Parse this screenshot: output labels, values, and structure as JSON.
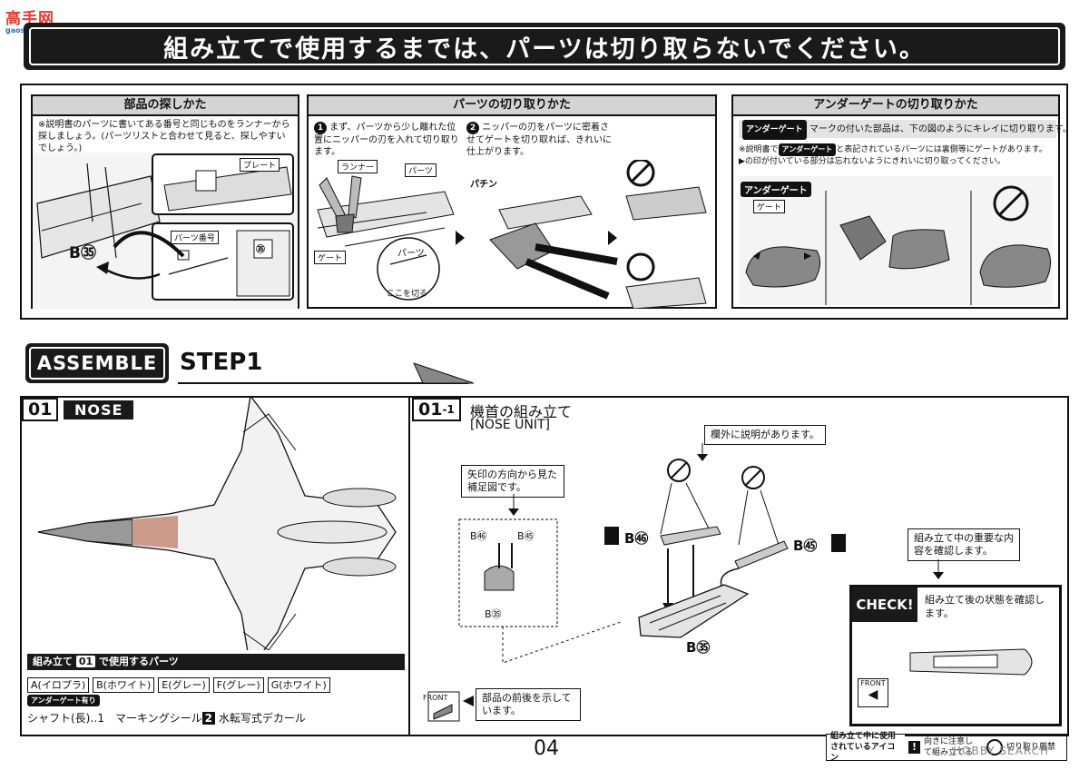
{
  "logo": {
    "main": "高手网",
    "sub": "gaoshou.com"
  },
  "banner": {
    "text": "組み立てで使用するまでは、パーツは切り取らないでください。"
  },
  "panels": [
    {
      "title": "部品の探しかた",
      "note": "※説明書のパーツに書いてある番号と同じものをランナーから探しましょう。(パーツリストと合わせて見ると、探しやすいでしょう。)",
      "labels": {
        "plate": "プレート",
        "part_number": "パーツ番号",
        "part_code": "B㉟",
        "plate_code": "㉟"
      }
    },
    {
      "title": "パーツの切り取りかた",
      "step1_num": "1",
      "step1": "まず、パーツから少し離れた位置にニッパーの刃を入れて切り取ります。",
      "step2_num": "2",
      "step2": "ニッパーの刃をパーツに密着させてゲートを切り取れば、きれいに仕上がります。",
      "labels": {
        "runner": "ランナー",
        "parts": "パーツ",
        "gate": "ゲート",
        "cut_here": "ここを切る",
        "parts2": "パーツ",
        "snip": "パチン"
      }
    },
    {
      "title": "アンダーゲートの切り取りかた",
      "badge": "アンダーゲート",
      "intro": "マークの付いた部品は、下の図のようにキレイに切り取ります。",
      "note_pre": "※説明書で",
      "note_badge": "アンダーゲート",
      "note_post": "と表記されているパーツには裏側等にゲートがあります。",
      "note2": "▶の印が付いている部分は忘れないようにきれいに切り取ってください。",
      "labels": {
        "under_gate": "アンダーゲート",
        "gate": "ゲート"
      }
    }
  ],
  "assemble": {
    "label": "ASSEMBLE",
    "step": "STEP1"
  },
  "section01": {
    "num": "01",
    "tag": "NOSE",
    "parts_bar_pre": "組み立て",
    "parts_bar_num": "01",
    "parts_bar_post": "で使用するパーツ",
    "runners": [
      "A(イロプラ)",
      "B(ホワイト)",
      "E(グレー)",
      "F(グレー)",
      "G(ホワイト)"
    ],
    "under_gate_badge": "アンダーゲート有り",
    "extras": "シャフト(長)‥1　マーキングシール",
    "marking_num": "2",
    "decal": "水転写式デカール"
  },
  "section011": {
    "num": "01",
    "sub": "-1",
    "title": "機首の組み立て",
    "subtitle": "[NOSE UNIT]",
    "callout_outside": "欄外に説明があります。",
    "callout_arrow": "矢印の方向から見た補足図です。",
    "callout_important": "組み立て中の重要な内容を確認します。",
    "callout_front": "部品の前後を示しています。",
    "check_label": "CHECK!",
    "check_text": "組み立て後の状態を確認します。",
    "front_label": "FRONT",
    "b46": "B㊻",
    "b45": "B㊺",
    "b35": "B㉟"
  },
  "legend": {
    "intro": "組み立て中に使用されているアイコン",
    "mark_excl": "!",
    "item1": "向きに注意して組み立てる",
    "item2": "切り取り厳禁"
  },
  "page_num": "04",
  "watermark": "HOBBY SEARCH"
}
